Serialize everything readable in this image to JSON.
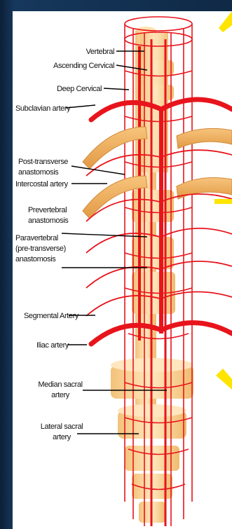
{
  "labels": {
    "vertebral": "Vertebral",
    "ascending_cervical": "Ascending Cervical",
    "deep_cervical": "Deep Cervical",
    "subclavian": "Subclavian artery",
    "post_transverse_1": "Post-transverse",
    "post_transverse_2": "anastomosis",
    "intercostal": "Intercostal artery",
    "prevertebral_1": "Prevertebral",
    "prevertebral_2": "anastomosis",
    "paravertebral_1": "Paravertebral",
    "paravertebral_2": "(pre-transverse)",
    "paravertebral_3": "anastomosis",
    "segmental": "Segmental Artery",
    "iliac": "Iliac artery",
    "median_sacral_1": "Median sacral",
    "median_sacral_2": "artery",
    "lateral_sacral_1": "Lateral sacral",
    "lateral_sacral_2": "artery"
  },
  "colors": {
    "background": "#0f2946",
    "artery_red": "#e8141c",
    "vertebra_fill": "#fcd79a",
    "rib_fill": "#f2b25e",
    "arrow_yellow": "#ffe400"
  }
}
